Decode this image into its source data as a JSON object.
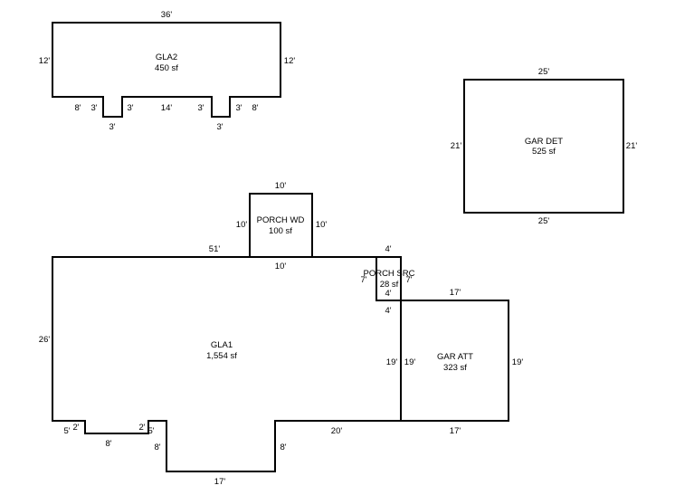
{
  "rooms": {
    "gla2": {
      "name": "GLA2",
      "area": "450 sf"
    },
    "gar_det": {
      "name": "GAR DET",
      "area": "525 sf"
    },
    "porch_wd": {
      "name": "PORCH WD",
      "area": "100 sf"
    },
    "porch_src": {
      "name": "PORCH SRC",
      "area": "28 sf"
    },
    "gla1": {
      "name": "GLA1",
      "area": "1,554 sf"
    },
    "gar_att": {
      "name": "GAR ATT",
      "area": "323 sf"
    }
  },
  "dims": {
    "gla2_top": "36'",
    "gla2_left": "12'",
    "gla2_right": "12'",
    "gla2_b1": "8'",
    "gla2_b2": "3'",
    "gla2_b3": "3'",
    "gla2_b4": "3'",
    "gla2_b5": "14'",
    "gla2_b6": "3'",
    "gla2_b7": "3'",
    "gla2_b8": "3'",
    "gla2_b9": "8'",
    "gd_top": "25'",
    "gd_bottom": "25'",
    "gd_left": "21'",
    "gd_right": "21'",
    "pw_top": "10'",
    "pw_left": "10'",
    "pw_right": "10'",
    "pw_bottom": "10'",
    "g1_top": "51'",
    "g1_left": "26'",
    "g1_right": "19'",
    "ps_top": "4'",
    "ps_left": "7'",
    "ps_right": "7'",
    "ps_bottom": "4'",
    "ps_below": "4'",
    "ga_top": "17'",
    "ga_left": "19'",
    "ga_right": "19'",
    "ga_bottom": "17'",
    "g1_b_20": "20'",
    "g1_b_5a": "5'",
    "g1_b_2a": "2'",
    "g1_b_8a": "8'",
    "g1_b_2b": "2'",
    "g1_b_5b": "5'",
    "g1_b_8b": "8'",
    "g1_b_17": "17'",
    "g1_b_8c": "8'"
  }
}
